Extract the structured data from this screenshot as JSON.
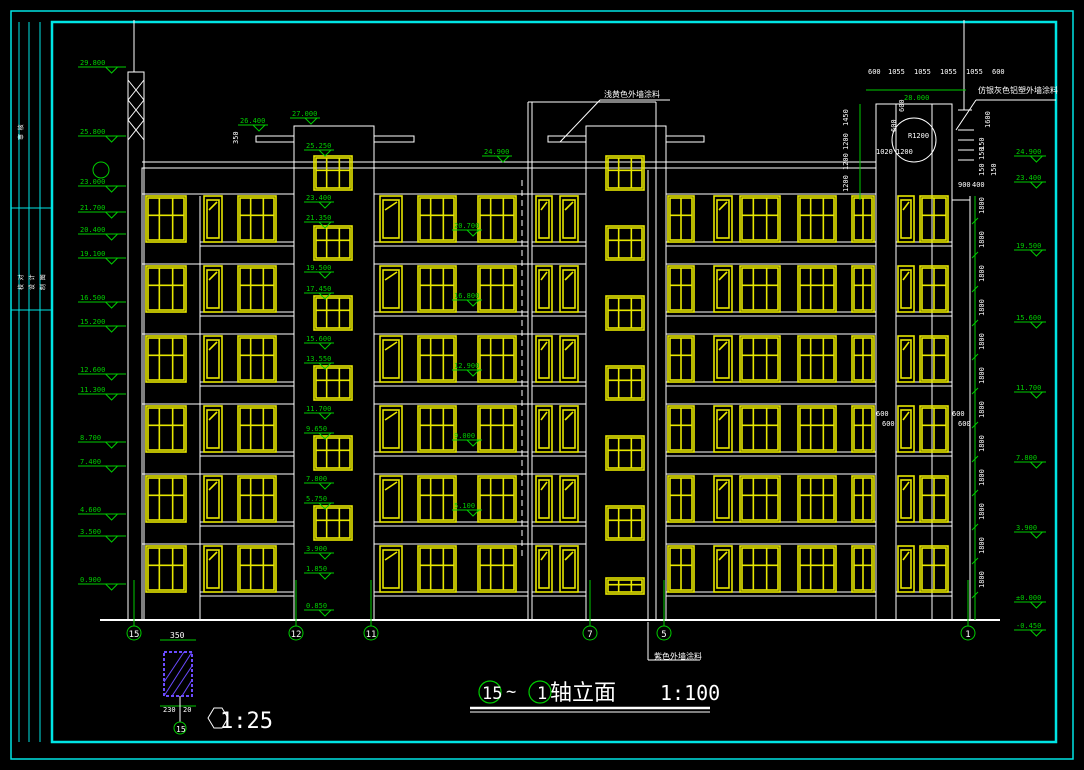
{
  "colors": {
    "background": "#000000",
    "frame": "#00e5e5",
    "outline": "#ffffff",
    "window": "#e6e600",
    "dimension": "#00cc00",
    "annotation": "#ffffff",
    "hatch": "#6b4bff"
  },
  "title_block": {
    "labels": [
      "审 核",
      "校 对",
      "设 计",
      "制 图"
    ]
  },
  "drawing": {
    "title": "轴立面",
    "scale": "1:100",
    "axis_from": "15",
    "axis_sep": "~",
    "axis_to": "1"
  },
  "detail": {
    "scale": "1:25",
    "dims": [
      "350",
      "230",
      "20"
    ],
    "axis": "15"
  },
  "annotations": {
    "top_material": "浅黄色外墙涂料",
    "right_material": "仿银灰色铝塑外墙涂料",
    "bottom_material": "紫色外墙涂料"
  },
  "axis_marks": [
    "15",
    "12",
    "11",
    "7",
    "5",
    "1"
  ],
  "left_levels": [
    "29.800",
    "25.800",
    "23.000",
    "21.700",
    "20.400",
    "19.100",
    "16.500",
    "15.200",
    "12.600",
    "11.300",
    "8.700",
    "7.400",
    "4.600",
    "3.500",
    "0.900"
  ],
  "stair_levels": [
    "27.000",
    "26.400",
    "25.250",
    "23.400",
    "21.350",
    "19.500",
    "17.450",
    "15.600",
    "13.550",
    "11.700",
    "9.650",
    "7.800",
    "5.750",
    "3.900",
    "1.850",
    "0.850"
  ],
  "mid_levels": [
    "24.900",
    "20.700",
    "16.800",
    "12.900",
    "9.000",
    "5.100"
  ],
  "right_levels": [
    "24.900",
    "23.400",
    "19.500",
    "15.600",
    "11.700",
    "7.800",
    "3.900",
    "±0.000",
    "-0.450"
  ],
  "right_floor_dims": [
    "1800",
    "1800",
    "1800",
    "1800",
    "1800",
    "1800",
    "1800",
    "1800",
    "1800",
    "1800",
    "1800",
    "1800"
  ],
  "tower_dims": {
    "top": [
      "600",
      "1055",
      "1055",
      "1055",
      "1055",
      "600"
    ],
    "level": "28.000",
    "radius": "R1200",
    "verticals": [
      "1450",
      "1200",
      "1200",
      "1200",
      "600",
      "600"
    ],
    "mid": [
      "1020",
      "1200"
    ],
    "side": [
      "1600",
      "150",
      "150",
      "150"
    ],
    "lower": [
      "900",
      "400",
      "150"
    ],
    "small": [
      "600",
      "600",
      "600",
      "600"
    ],
    "stub": "350"
  }
}
